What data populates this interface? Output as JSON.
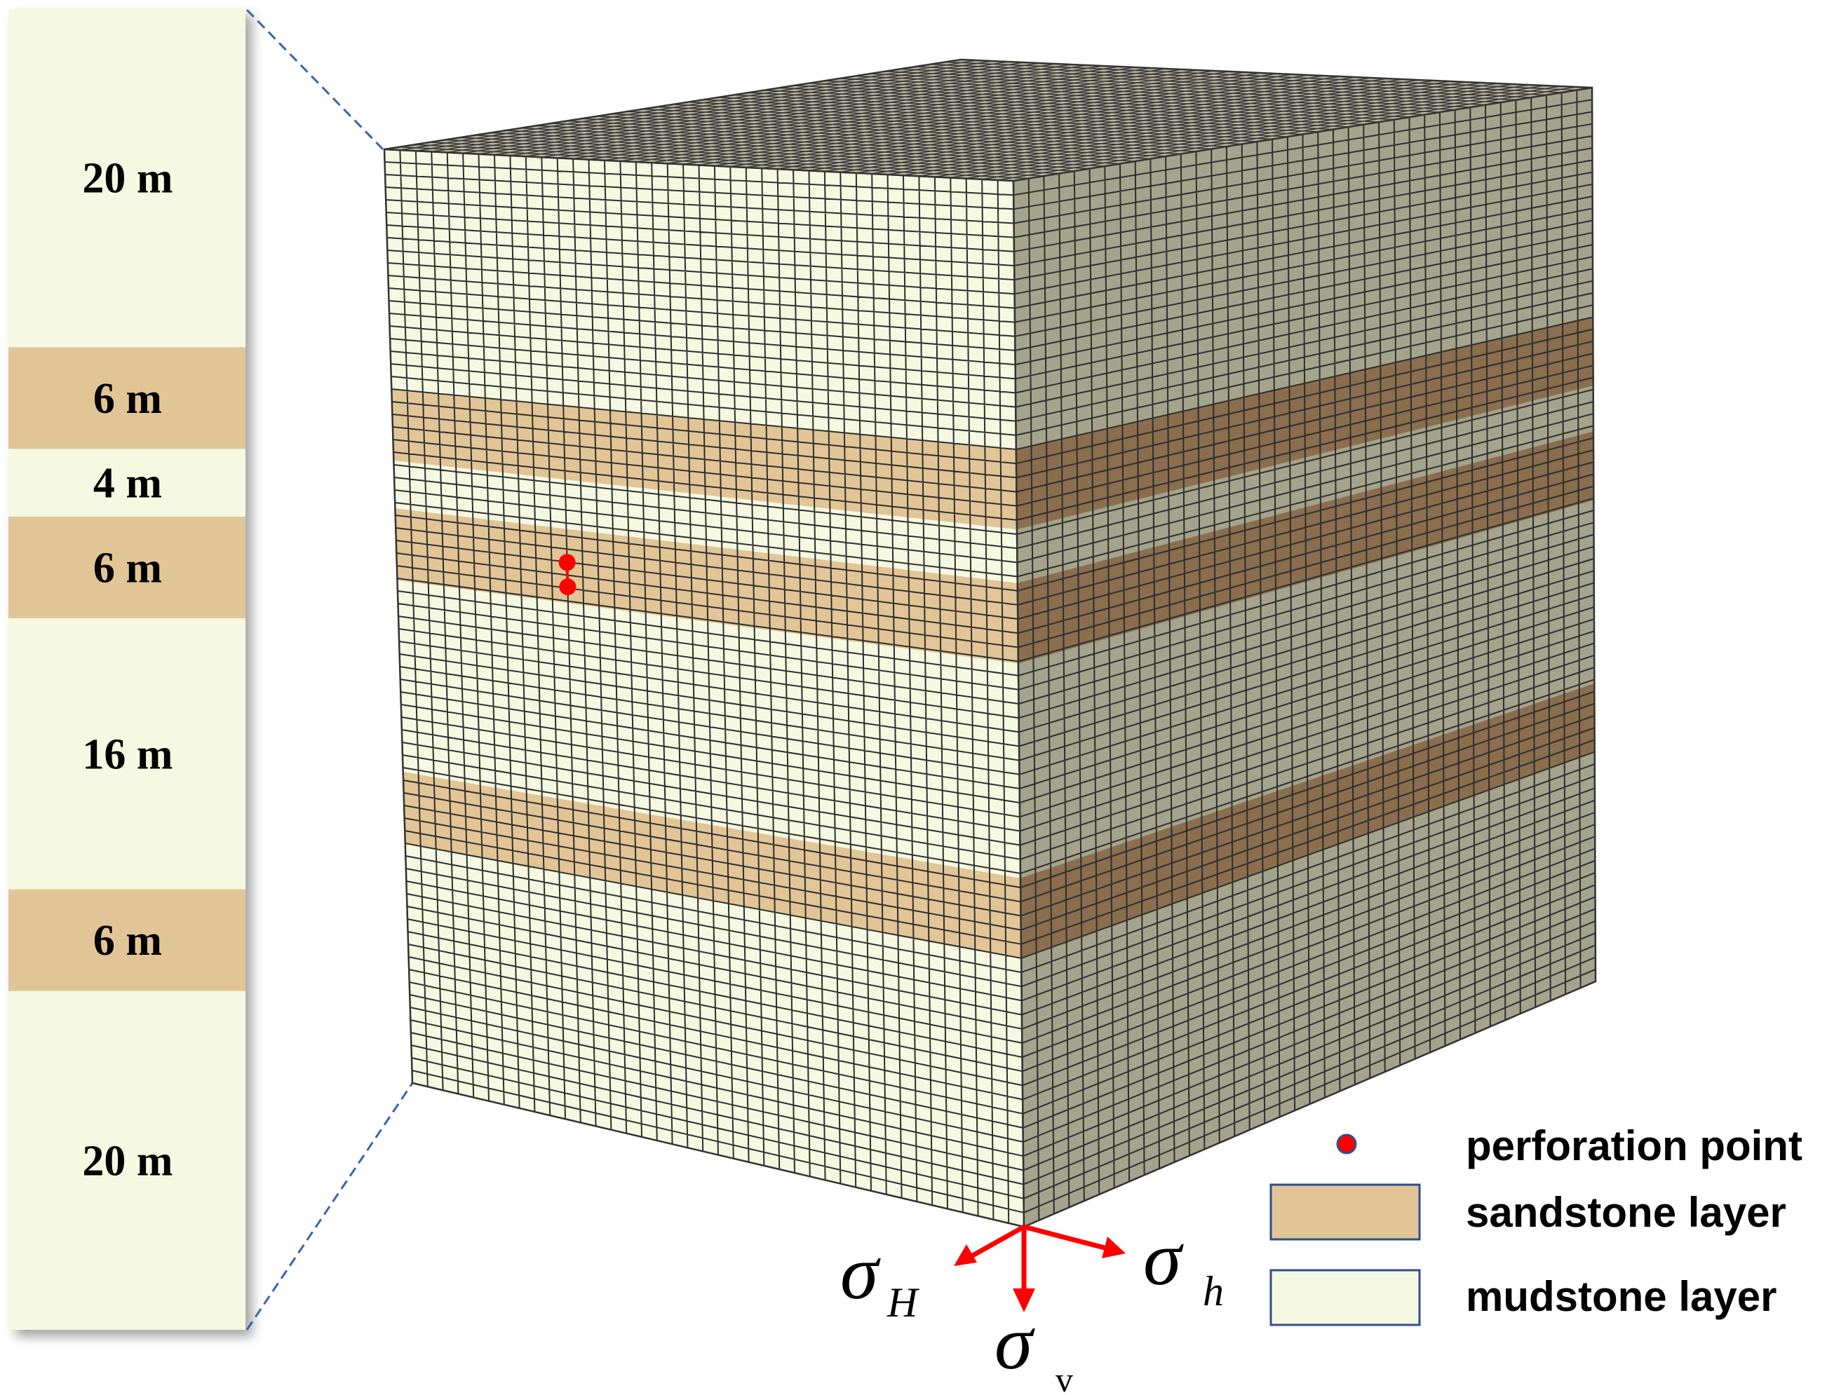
{
  "column": {
    "layers": [
      {
        "label": "20 m",
        "thickness": 20,
        "type": "mudstone"
      },
      {
        "label": "6 m",
        "thickness": 6,
        "type": "sandstone"
      },
      {
        "label": "4 m",
        "thickness": 4,
        "type": "mudstone"
      },
      {
        "label": "6 m",
        "thickness": 6,
        "type": "sandstone"
      },
      {
        "label": "16 m",
        "thickness": 16,
        "type": "mudstone"
      },
      {
        "label": "6 m",
        "thickness": 6,
        "type": "sandstone"
      },
      {
        "label": "20 m",
        "thickness": 20,
        "type": "mudstone"
      }
    ]
  },
  "colors": {
    "mudstone": "#f5f9e1",
    "sandstone": "#e2c596",
    "grid": "#2e2e2e",
    "perforation": "#ff0000",
    "stress_arrow": "#ff0000",
    "legend_border": "#2f4f8f",
    "dash": "#3a63b0"
  },
  "legend": {
    "perforation": "perforation point",
    "sandstone": "sandstone layer",
    "mudstone": "mudstone layer"
  },
  "stress": {
    "sigma_symbol": "σ",
    "H_sub": "H",
    "h_sub": "h",
    "v_sub": "v"
  },
  "perforation_count": 2
}
